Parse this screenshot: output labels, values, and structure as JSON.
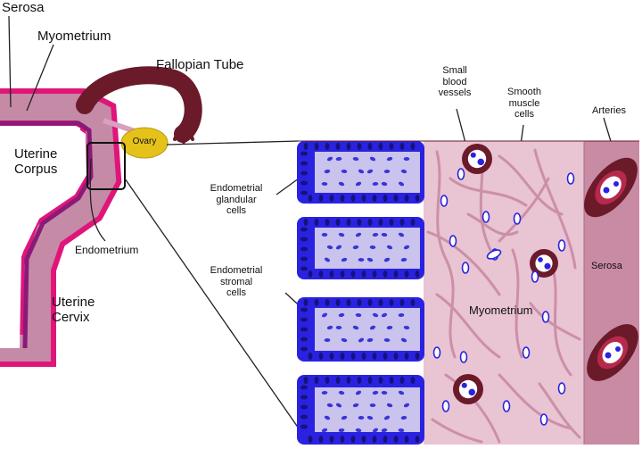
{
  "labels": {
    "serosa_top": "Serosa",
    "myometrium_top": "Myometrium",
    "fallopian_tube": "Fallopian Tube",
    "ovary": "Ovary",
    "uterine_corpus": "Uterine\nCorpus",
    "endometrium": "Endometrium",
    "uterine_cervix": "Uterine\nCervix",
    "endometrial_glandular_cells": "Endometrial\nglandular\ncells",
    "endometrial_stromal_cells": "Endometrial\nstromal\ncells",
    "small_blood_vessels": "Small\nblood\nvessels",
    "smooth_muscle_cells": "Smooth\nmuscle\ncells",
    "arteries": "Arteries",
    "myometrium_zoom": "Myometrium",
    "serosa_zoom": "Serosa"
  },
  "colors": {
    "serosa_wall": "#e0157a",
    "myometrium_wall": "#c58aa6",
    "endometrium_wall": "#8a1a78",
    "fallopian_tube": "#6b1a2a",
    "ovary": "#e4c21a",
    "gland_blue": "#2a22e0",
    "stroma_light": "#c9c3ee",
    "myometrium_tissue": "#e9c4d3",
    "serosa_tissue": "#c98aa4",
    "muscle_fibers": "#cc8fa8",
    "vessel_wall": "#6b1a2a"
  }
}
